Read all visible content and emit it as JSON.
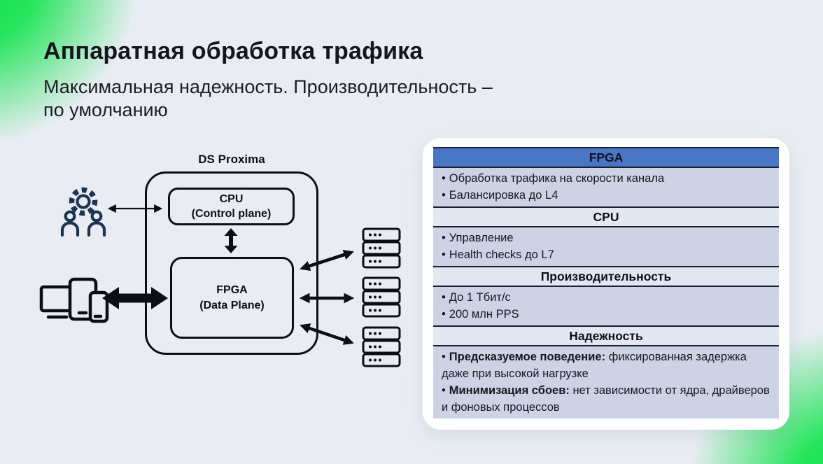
{
  "header": {
    "title": "Аппаратная обработка трафика",
    "subtitle_line1": "Максимальная надежность. Производительность –",
    "subtitle_line2": "по умолчанию"
  },
  "diagram": {
    "device_label": "DS Proxima",
    "cpu_box": {
      "line1": "CPU",
      "line2": "(Control plane)"
    },
    "fpga_box": {
      "line1": "FPGA",
      "line2": "(Data Plane)"
    },
    "icons": {
      "left_top": "admin-team-gear-icon",
      "left_bottom": "client-devices-icon",
      "right": "server-stack-icon (x3)"
    },
    "arrows": [
      "admin-cpu-double-arrow",
      "cpu-fpga-double-arrow",
      "devices-fpga-thick-double-arrow",
      "fpga-servers-double-arrow-top",
      "fpga-servers-double-arrow-middle",
      "fpga-servers-double-arrow-bottom"
    ]
  },
  "table": {
    "bullet": "•",
    "sections": [
      {
        "header": "FPGA",
        "items": [
          "Обработка трафика на скорости канала",
          "Балансировка до L4"
        ]
      },
      {
        "header": "CPU",
        "items": [
          "Управление",
          "Health checks до L7"
        ]
      },
      {
        "header": "Производительность",
        "items": [
          "До 1 Тбит/с",
          "200 млн PPS"
        ]
      },
      {
        "header": "Надежность",
        "items_rich": [
          {
            "lead": "Предсказуемое поведение:",
            "text": "фиксированная задержка даже при высокой нагрузке"
          },
          {
            "lead": "Минимизация сбоев:",
            "text": "нет зависимости от ядра, драйверов и фоновых процессов"
          }
        ]
      }
    ]
  },
  "colors": {
    "page_bg": "#e9edf3",
    "accent_green": "#00e24b",
    "table_header_blue": "#4a76c6",
    "table_subheader_bg": "#e3e7f2",
    "table_body_bg": "#cdd3e4",
    "row_border": "#18202f",
    "card_bg": "#ffffff",
    "icon_navy": "#1d3450",
    "ink": "#0b0e13"
  }
}
